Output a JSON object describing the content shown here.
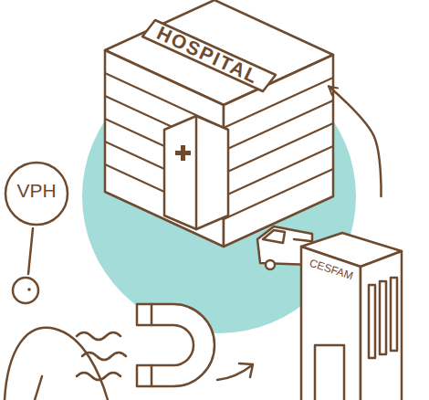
{
  "diagram": {
    "nodes": [
      {
        "text": [
          "HOSPITAL"
        ]
      },
      {
        "text": [
          "VPH"
        ]
      },
      {
        "text": [
          "CESFAM"
        ]
      }
    ],
    "edges": [
      {
        "from": 2,
        "to": 0,
        "arrow": "to"
      }
    ]
  }
}
